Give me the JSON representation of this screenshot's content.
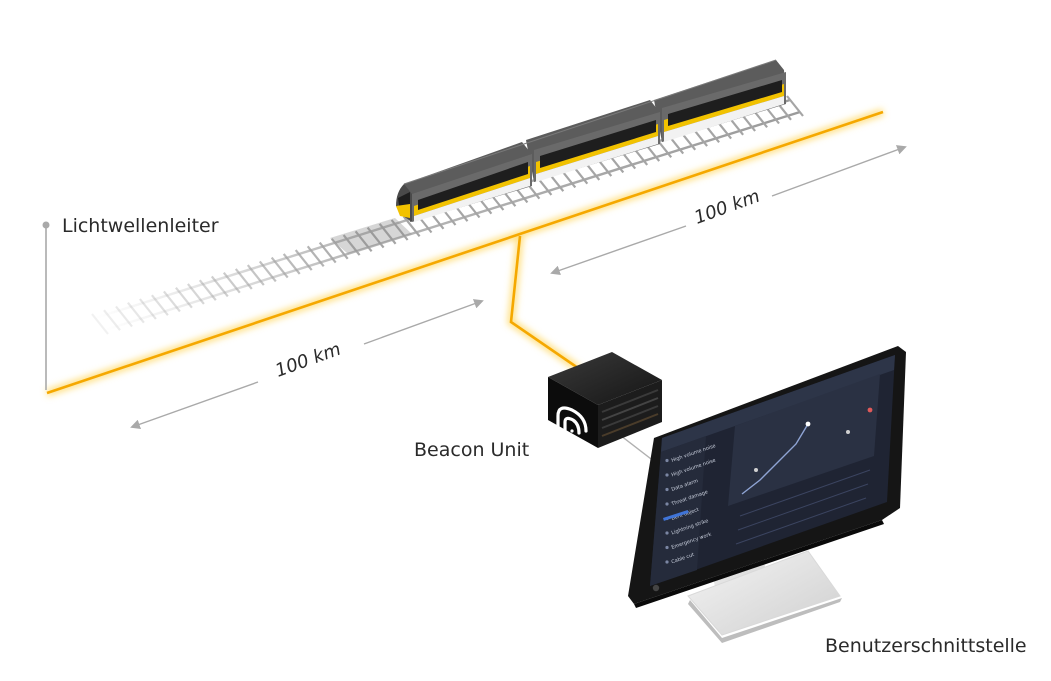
{
  "labels": {
    "fiber": "Lichtwellenleiter",
    "beacon": "Beacon Unit",
    "interface": "Benutzerschnittstelle"
  },
  "distances": {
    "left": "100 km",
    "right": "100 km"
  },
  "colors": {
    "fiber": "#f5a800",
    "fiber_glow": "#ffd75e",
    "train_body": "#5f5f5f",
    "train_stripe": "#f2c200",
    "train_window": "#1e1e1e",
    "beacon_box": "#111111",
    "monitor_frame": "#1a1a1a",
    "screen_bg": "#1f2433",
    "arrow": "#a9a9a9"
  },
  "screen_menu": [
    "High volume noise",
    "High volume noise",
    "Data alarm",
    "Threat damage",
    "Bent object",
    "Lightning strike",
    "Emergency work",
    "Cable cut"
  ]
}
